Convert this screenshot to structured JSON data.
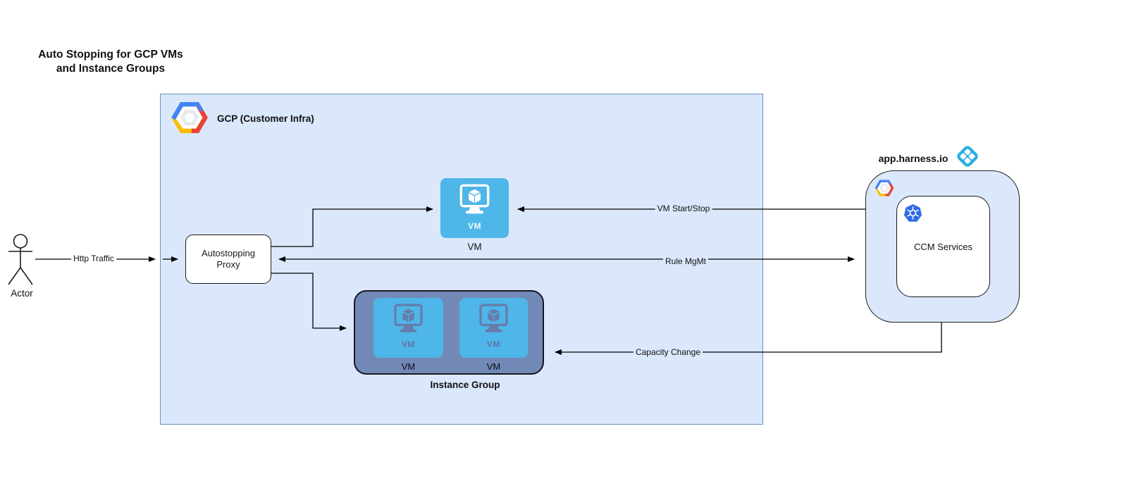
{
  "title": "Auto Stopping for GCP VMs\nand Instance Groups",
  "actor": {
    "label": "Actor"
  },
  "edges": {
    "http_traffic": "Http Traffic",
    "vm_start_stop": "VM Start/Stop",
    "rule_mgmt": "Rule MgMt",
    "capacity_change": "Capacity Change"
  },
  "gcp_box": {
    "title": "GCP (Customer Infra)",
    "logo": "gcp-hexagon-logo"
  },
  "proxy": {
    "label": "Autostopping Proxy"
  },
  "vm": {
    "inner_label": "VM",
    "label": "VM"
  },
  "instance_group": {
    "label": "Instance Group",
    "vms": [
      {
        "inner_label": "VM",
        "label": "VM"
      },
      {
        "inner_label": "VM",
        "label": "VM"
      }
    ]
  },
  "harness": {
    "label": "app.harness.io",
    "logo": "harness-diamond-logo",
    "gcp_icon": "gcp-hexagon-logo",
    "ccm": {
      "label": "CCM Services",
      "icon": "kubernetes-icon"
    }
  },
  "colors": {
    "container_fill": "#dbe8fc",
    "container_border": "#6c8ebf",
    "vm_tile_blue": "#4eb6e8",
    "instance_group_fill": "#7289b8",
    "harness_blue": "#2bace3",
    "kubernetes_blue": "#326ce5",
    "gcp_blue": "#4285f4",
    "gcp_red": "#ea4335",
    "gcp_yellow": "#fbbc05",
    "line_color": "#000000"
  }
}
